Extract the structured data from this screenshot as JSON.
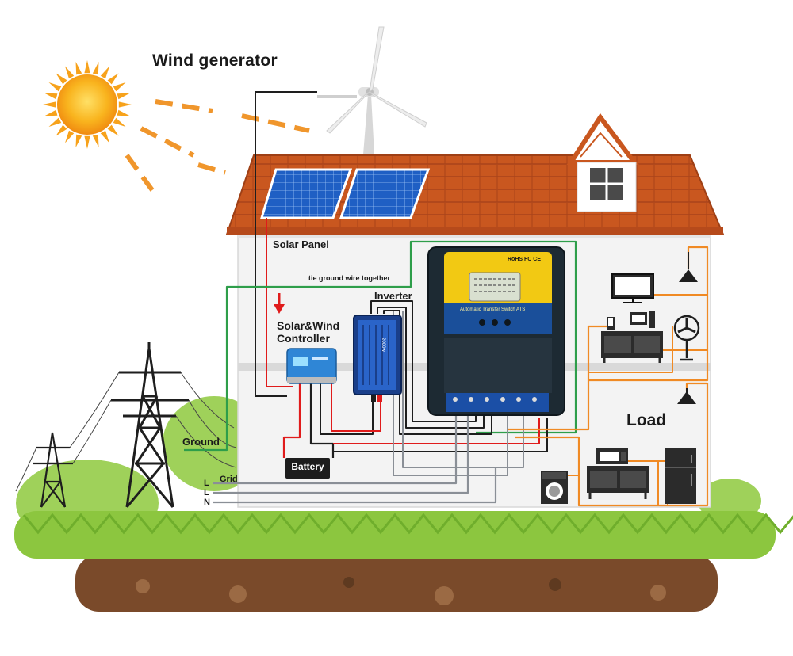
{
  "labels": {
    "wind_generator": "Wind generator",
    "solar_panel": "Solar Panel",
    "tie_ground": "tie ground wire together",
    "inverter": "Inverter",
    "controller_line1": "Solar&Wind",
    "controller_line2": "Controller",
    "ground": "Ground",
    "battery": "Battery",
    "load": "Load",
    "grid": "Grid",
    "line_l1": "L",
    "line_l2": "L",
    "line_n": "N"
  },
  "device_text": {
    "ats_brand": "RoHS FC CE",
    "ats_caption": "Automatic Transfer Switch ATS",
    "inverter_rating": "2000w"
  },
  "colors": {
    "wire_black": "#1e1e1e",
    "wire_red": "#e01b1b",
    "wire_green": "#2e9e4a",
    "wire_grey": "#8a8f96",
    "wire_orange": "#f08a24",
    "roof": "#c9571f",
    "grass": "#8cc63f",
    "soil": "#7a4a2a",
    "sun": "#f7a21b",
    "panel": "#1f5fc4",
    "ats_yellow": "#f2c913",
    "ats_blue": "#1a4f9a"
  },
  "icons": [
    "sun-icon",
    "wind-turbine-icon",
    "solar-panel-icon",
    "transmission-tower-icon",
    "tv-icon",
    "lamp-icon",
    "fan-icon",
    "computer-icon",
    "microwave-icon",
    "washing-machine-icon",
    "fridge-icon",
    "cabinet-icon"
  ]
}
